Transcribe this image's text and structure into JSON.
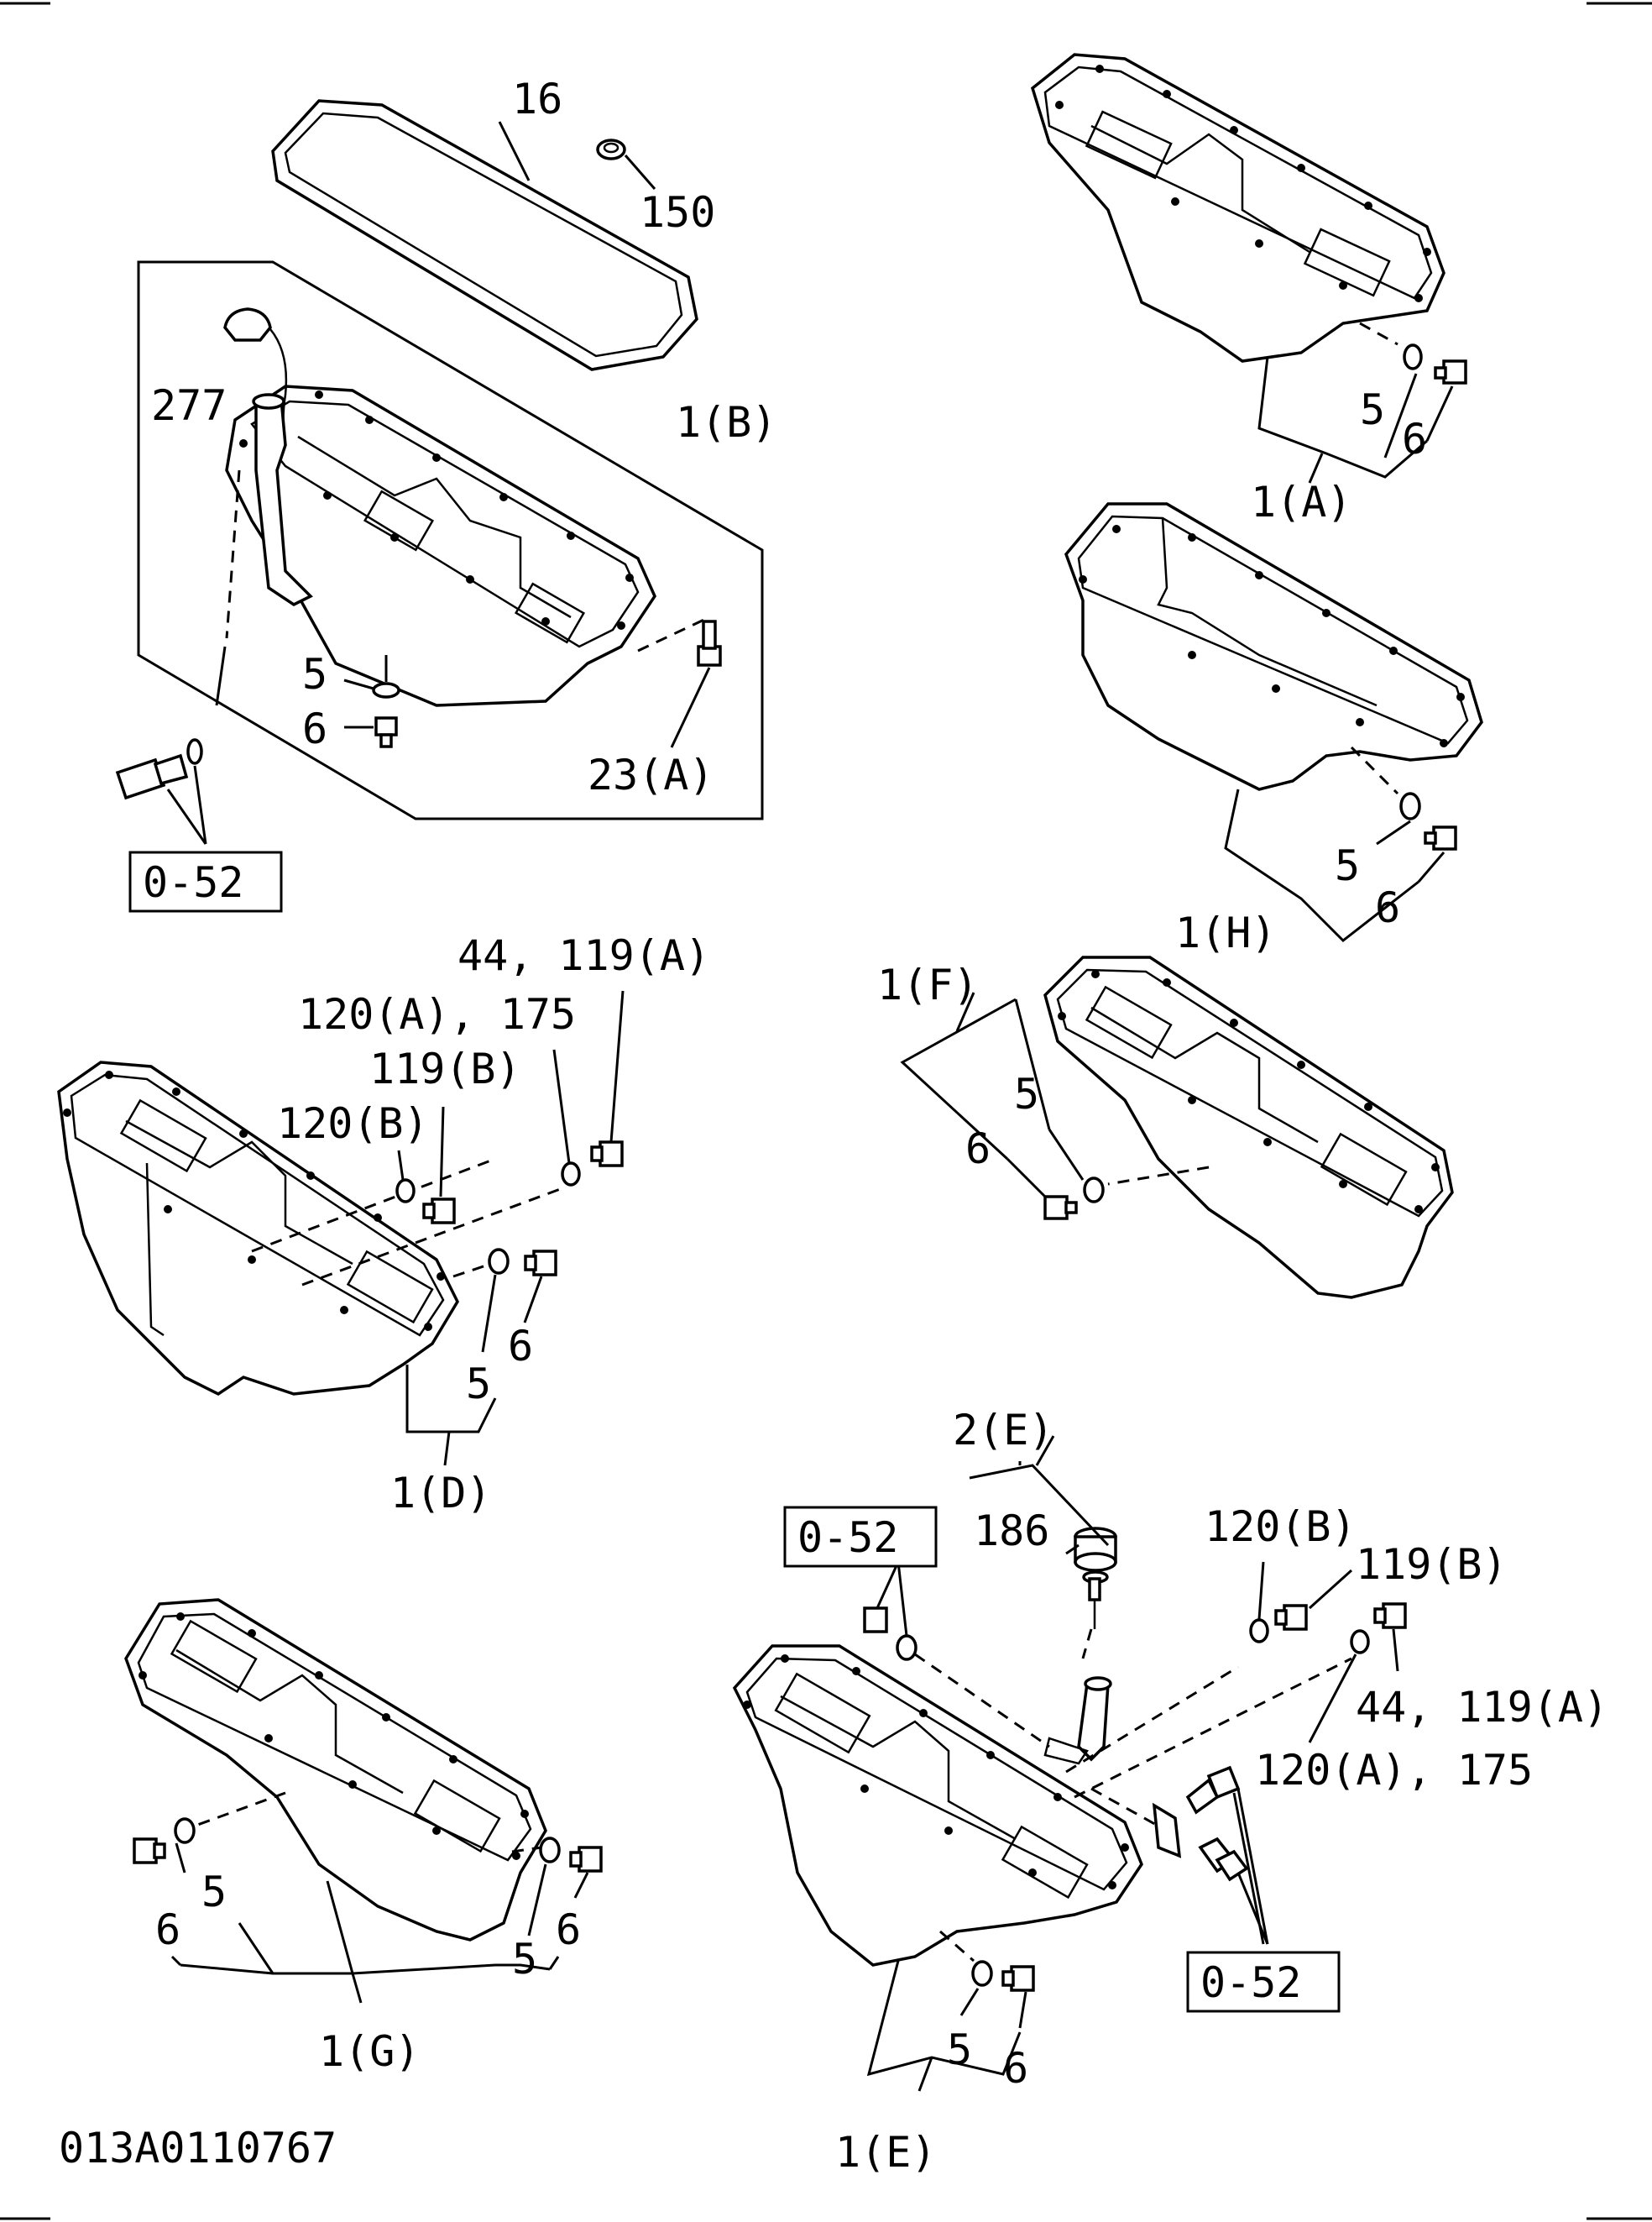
{
  "drawing_number": "013A0110767",
  "ref_box_label": "0-52",
  "colors": {
    "line": "#000000",
    "background": "#ffffff"
  },
  "labels": {
    "gasket": "16",
    "plug_150": "150",
    "dipstick_277": "277",
    "pan_1B": "1(B)",
    "washer_5": "5",
    "plug_6": "6",
    "bolt_23A": "23(A)",
    "pan_1A": "1(A)",
    "pan_1H": "1(H)",
    "pan_1F": "1(F)",
    "pan_1D": "1(D)",
    "pan_1G": "1(G)",
    "pan_1E": "1(E)",
    "dipstick_2E": "2(E)",
    "part_186": "186",
    "part_120B": "120(B)",
    "part_119B": "119(B)",
    "part_44_119A": "44, 119(A)",
    "part_120A_175": "120(A), 175"
  }
}
